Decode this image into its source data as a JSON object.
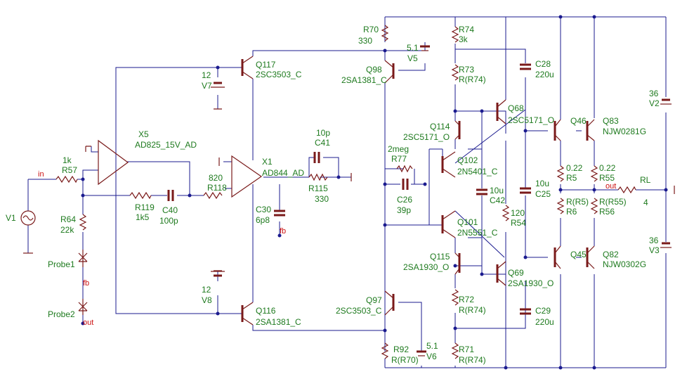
{
  "labels": {
    "x5_ref": "X5",
    "x5_part": "AD825_15V_AD",
    "x1_ref": "X1",
    "x1_part": "AD844_AD",
    "v1": "V1",
    "net_in": "in",
    "r57_val": "1k",
    "r57_ref": "R57",
    "r64_ref": "R64",
    "r64_val": "22k",
    "probe1": "Probe1",
    "probe2": "Probe2",
    "net_fb": "fb",
    "net_out": "out",
    "r119_ref": "R119",
    "r119_val": "1k5",
    "c40_ref": "C40",
    "c40_val": "100p",
    "r118_val": "820",
    "r118_ref": "R118",
    "c41_val": "10p",
    "c41_ref": "C41",
    "r115_ref": "R115",
    "r115_val": "330",
    "c30_ref": "C30",
    "c30_val": "6p8",
    "v7_val": "12",
    "v7_ref": "V7",
    "v8_val": "12",
    "v8_ref": "V8",
    "q117_ref": "Q117",
    "q117_part": "2SC3503_C",
    "q116_ref": "Q116",
    "q116_part": "2SA1381_C",
    "r70_ref": "R70",
    "r70_val": "330",
    "v5_val": "5.1",
    "v5_ref": "V5",
    "q98_ref": "Q98",
    "q98_part": "2SA1381_C",
    "r74_ref": "R74",
    "r74_val": "3k",
    "r73_ref": "R73",
    "r73_val": "R(R74)",
    "c28_ref": "C28",
    "c28_val": "220u",
    "q68_ref": "Q68",
    "q68_part": "2SC5171_O",
    "q114_ref": "Q114",
    "q114_part": "2SC5171_O",
    "r77_val": "2meg",
    "r77_ref": "R77",
    "q102_ref": "Q102",
    "q102_part": "2N5401_C",
    "c26_ref": "C26",
    "c26_val": "39p",
    "c42_val": "10u",
    "c42_ref": "C42",
    "c25_val": "10u",
    "c25_ref": "C25",
    "r54_val": "120",
    "r54_ref": "R54",
    "q101_ref": "Q101",
    "q101_part": "2N5551_C",
    "q115_ref": "Q115",
    "q115_part": "2SA1930_O",
    "q69_ref": "Q69",
    "q69_part": "2SA1930_O",
    "r72_ref": "R72",
    "r72_val": "R(R74)",
    "c29_ref": "C29",
    "c29_val": "220u",
    "q97_ref": "Q97",
    "q97_part": "2SC3503_C",
    "v6_val": "5.1",
    "v6_ref": "V6",
    "r92_ref": "R92",
    "r92_val": "R(R70)",
    "r71_ref": "R71",
    "r71_val": "R(R74)",
    "q46_ref": "Q46",
    "q83_ref": "Q83",
    "q83_part": "NJW0281G",
    "r5_val": "0.22",
    "r5_ref": "R5",
    "r55_val": "0.22",
    "r55_ref": "R55",
    "r6_val": "R(R5)",
    "r6_ref": "R6",
    "r56_val": "R(R55)",
    "r56_ref": "R56",
    "q45_ref": "Q45",
    "q82_ref": "Q82",
    "q82_part": "NJW0302G",
    "rl_ref": "RL",
    "rl_val": "4",
    "v2_val": "36",
    "v2_ref": "V2",
    "v3_val": "36",
    "v3_ref": "V3"
  },
  "colors": {
    "wire": "#1b1b8f",
    "component": "#7a1a1a",
    "label": "#1e7a1e",
    "net_label": "#cc1111",
    "background": "#ffffff"
  }
}
